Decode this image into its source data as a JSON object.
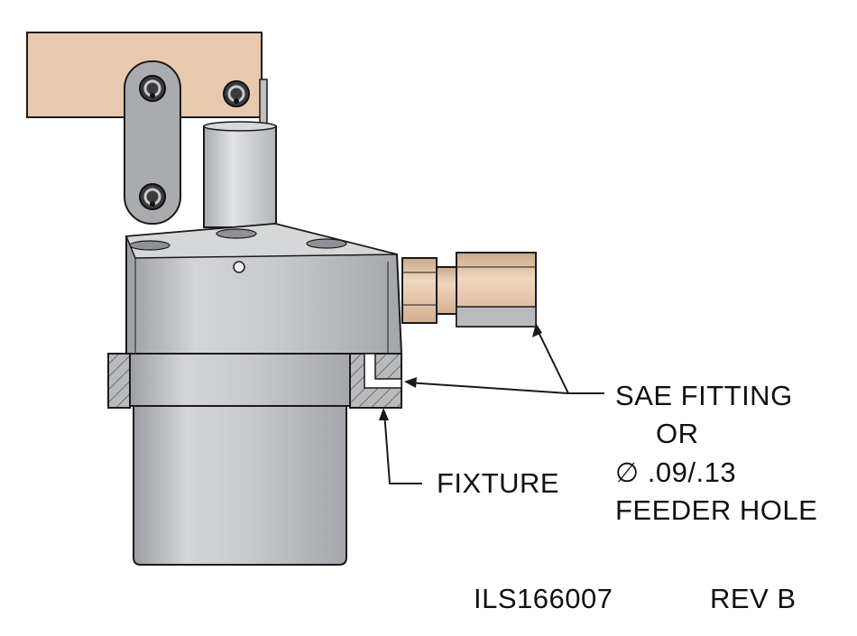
{
  "callouts": {
    "fitting_line1": "SAE FITTING",
    "fitting_line2": "OR",
    "fitting_diameter_symbol": "∅",
    "fitting_line3": ".09/.13",
    "fitting_line4": "FEEDER HOLE",
    "fixture": "FIXTURE"
  },
  "title_block": {
    "part_number": "ILS166007",
    "revision": "REV B"
  },
  "colors": {
    "bracket": "#e8c9ad",
    "steel": "#c2c4c7",
    "steel_dark": "#8e9196",
    "brass": "#e1bfa0",
    "fixture_hatch": "#9a9c9f",
    "line": "#1a1a1a"
  }
}
